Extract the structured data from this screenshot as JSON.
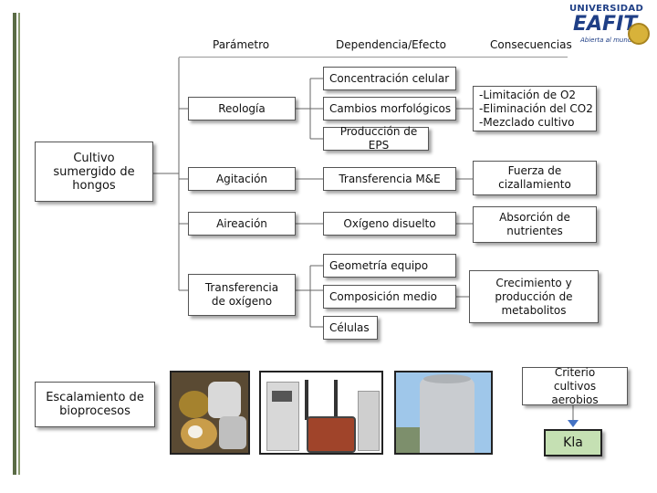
{
  "headers": {
    "parametro": "Parámetro",
    "dependencia": "Dependencia/Efecto",
    "consecuencias": "Consecuencias"
  },
  "logo": {
    "name": "UNIVERSIDAD",
    "brand": "EAFIT",
    "tagline": "Abierta al mundo"
  },
  "root": "Cultivo sumergido de hongos",
  "parameters": [
    "Reología",
    "Agitación",
    "Aireación",
    "Transferencia de oxígeno"
  ],
  "effects": {
    "concentracion": "Concentración celular",
    "cambios": "Cambios morfológicos",
    "eps": "Producción de EPS",
    "transferencia": "Transferencia M&E",
    "oxigeno": "Oxígeno disuelto",
    "geometria": "Geometría equipo",
    "composicion": "Composición medio",
    "celulas": "Células"
  },
  "consequences": {
    "reologia_lines": [
      "-Limitación de O2",
      "-Eliminación del CO2",
      "-Mezclado cultivo"
    ],
    "cizallamiento": "Fuerza de cizallamiento",
    "absorcion": "Absorción de nutrientes",
    "crecimiento": "Crecimiento y producción de metabolitos"
  },
  "scaling": {
    "label": "Escalamiento de bioprocesos",
    "criterio": "Criterio cultivos aerobios",
    "kla": "Kla"
  },
  "colors": {
    "accent_bar": "#5a6b45",
    "kla_fill": "#c5e0b3",
    "logo_blue": "#1f3f86",
    "logo_gold": "#d8b23a"
  }
}
